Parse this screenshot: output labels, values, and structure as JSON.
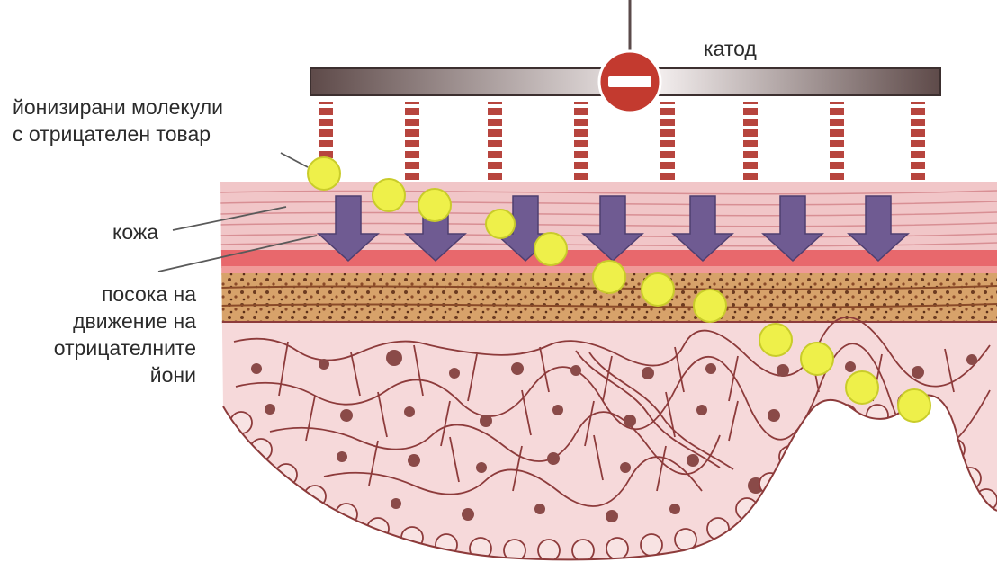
{
  "labels": {
    "cathode": "катод",
    "ions": [
      "йонизирани молекули",
      "с отрицателен товар"
    ],
    "skin": "кожа",
    "direction": [
      "посока на",
      "движение на",
      "отрицателните",
      "йони"
    ]
  },
  "colors": {
    "electrode_dark": "#6e5a58",
    "electrode_light": "#f3eeee",
    "pins": "#b7453e",
    "minus_sign": "#c33a2f",
    "skin_pink": "#f1c6c8",
    "skin_red": "#e8686c",
    "dermis_brown": "#b87c4a",
    "cell_fill": "#f6d9da",
    "cell_line": "#8d3b3b",
    "nucleus": "#8a4a48",
    "arrow": "#6f5b92",
    "ion": "#eef04a"
  },
  "icons": {
    "cathode_symbol": "minus-circle-icon",
    "flow": "down-arrow-icon"
  }
}
